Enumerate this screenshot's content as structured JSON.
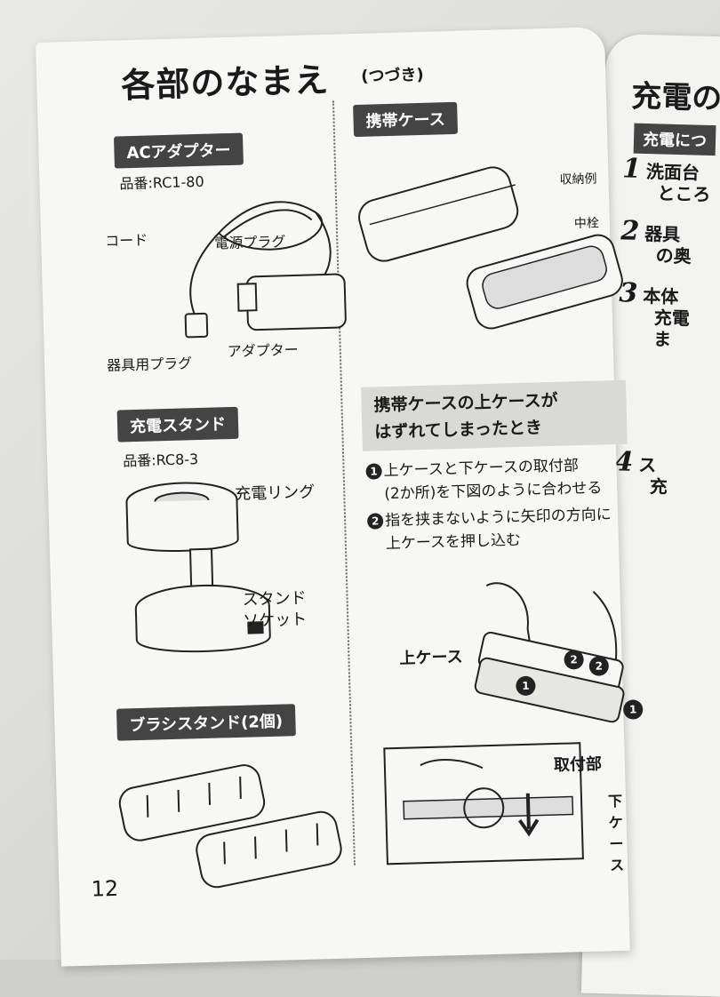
{
  "left_page": {
    "title": "各部のなまえ",
    "subtitle": "(つづき)",
    "page_number": "12",
    "ac_adapter": {
      "label": "ACアダプター",
      "model": "品番:RC1-80",
      "cord": "コード",
      "power_plug": "電源プラグ",
      "device_plug": "器具用プラグ",
      "adapter": "アダプター"
    },
    "charging_stand": {
      "label": "充電スタンド",
      "model": "品番:RC8-3",
      "charging_ring": "充電リング",
      "stand_socket_1": "スタンド",
      "stand_socket_2": "ソケット"
    },
    "brush_stand": {
      "label": "ブラシスタンド(2個)"
    },
    "carry_case": {
      "label": "携帯ケース",
      "storage_label": "収納例",
      "inner_label": "中栓"
    },
    "case_detached": {
      "heading_line1": "携帯ケースの上ケースが",
      "heading_line2": "はずれてしまったとき",
      "step1_num": "1",
      "step1_line1": "上ケースと下ケースの取付部",
      "step1_line2": "(2か所)を下図のように合わせる",
      "step2_num": "2",
      "step2_line1": "指を挟まないように矢印の方向に",
      "step2_line2": "上ケースを押し込む",
      "upper_case": "上ケース",
      "mount": "取付部",
      "lower_case": "下ケース",
      "marker1": "1",
      "marker2": "2"
    }
  },
  "right_page": {
    "title": "充電の",
    "box_label": "充電につ",
    "items": [
      {
        "num": "1",
        "line1": "洗面台",
        "line2": "ところ"
      },
      {
        "num": "2",
        "line1": "器具",
        "line2": "の奥"
      },
      {
        "num": "3",
        "line1": "本体",
        "line2": "充電",
        "line3": "ま"
      },
      {
        "num": "4",
        "line1": "ス",
        "line2": "充"
      }
    ]
  }
}
